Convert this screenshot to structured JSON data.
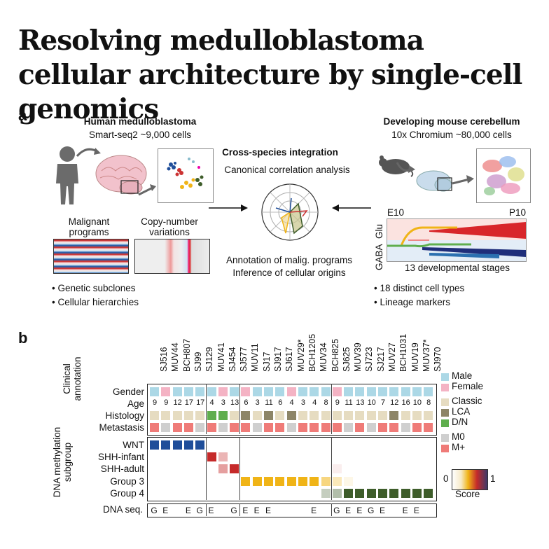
{
  "title": "Resolving medulloblastoma cellular architecture by single-cell genomics",
  "panel_a": {
    "label": "a",
    "human": {
      "title": "Human medulloblastoma",
      "subtitle": "Smart-seq2 ~9,000 cells",
      "programs_label": "Malignant programs",
      "cnv_label": "Copy-number variations",
      "bullets": [
        "Genetic subclones",
        "Cellular hierarchies"
      ]
    },
    "center": {
      "title": "Cross-species integration",
      "method": "Canonical correlation analysis",
      "out1": "Annotation of malig. programs",
      "out2": "Inference of cellular origins"
    },
    "mouse": {
      "title": "Developing mouse cerebellum",
      "subtitle": "10x Chromium ~80,000 cells",
      "e10": "E10",
      "p10": "P10",
      "glu": "Glu",
      "gaba": "GABA",
      "stages": "13 developmental stages",
      "bullets": [
        "18 distinct cell types",
        "Lineage markers"
      ]
    }
  },
  "panel_b": {
    "label": "b",
    "samples": [
      "SJ516",
      "MUV44",
      "BCH807",
      "SJ99",
      "SJ129",
      "MUV41",
      "SJ454",
      "SJ577",
      "MUV11",
      "SJ17",
      "SJ917",
      "SJ617",
      "MUV29*",
      "BCH1205",
      "MUV34",
      "BCH825",
      "SJ625",
      "MUV39",
      "SJ723",
      "SJ217",
      "MUV27",
      "BCH1031",
      "MUV19",
      "MUV37*",
      "SJ970"
    ],
    "clinical_title": "Clinical annotation",
    "dna_title": "DNA methylation subgroup",
    "rows_clinical": [
      "Gender",
      "Age",
      "Histology",
      "Metastasis"
    ],
    "rows_dna": [
      "WNT",
      "SHH-infant",
      "SHH-adult",
      "Group 3",
      "Group 4"
    ],
    "dnaseq_label": "DNA seq.",
    "gender": [
      "M",
      "F",
      "M",
      "M",
      "M",
      "M",
      "F",
      "M",
      "F",
      "M",
      "M",
      "M",
      "F",
      "M",
      "M",
      "M",
      "F",
      "M",
      "M",
      "M",
      "M",
      "M",
      "M",
      "M",
      "M"
    ],
    "age": [
      "9",
      "9",
      "12",
      "17",
      "17",
      "4",
      "3",
      "13",
      "6",
      "3",
      "11",
      "6",
      "4",
      "3",
      "4",
      "8",
      "9",
      "11",
      "13",
      "10",
      "7",
      "12",
      "16",
      "10",
      "8"
    ],
    "histology": [
      "C",
      "C",
      "C",
      "C",
      "C",
      "D",
      "D",
      "C",
      "L",
      "C",
      "L",
      "C",
      "L",
      "C",
      "C",
      "C",
      "C",
      "C",
      "C",
      "C",
      "C",
      "L",
      "C",
      "C",
      "C"
    ],
    "metastasis": [
      "+",
      "0",
      "+",
      "+",
      "0",
      "+",
      "0",
      "+",
      "+",
      "0",
      "+",
      "+",
      "0",
      "+",
      "+",
      "+",
      "+",
      "0",
      "+",
      "0",
      "+",
      "+",
      "0",
      "+",
      "+"
    ],
    "dnaseq": [
      "G",
      "E",
      "",
      "E",
      "G",
      "E",
      "",
      "G",
      "E",
      "E",
      "E",
      "",
      "",
      "",
      "E",
      "",
      "G",
      "E",
      "E",
      "G",
      "E",
      "",
      "E",
      "E",
      ""
    ],
    "subgroup_scores": [
      [
        1,
        0,
        0,
        0,
        0
      ],
      [
        1,
        0,
        0,
        0,
        0
      ],
      [
        1,
        0,
        0,
        0,
        0
      ],
      [
        1,
        0,
        0,
        0,
        0
      ],
      [
        1,
        0,
        0,
        0,
        0
      ],
      [
        0,
        1,
        0,
        0,
        0
      ],
      [
        0,
        0.35,
        0.45,
        0,
        0
      ],
      [
        0,
        0,
        1,
        0,
        0
      ],
      [
        0,
        0,
        0,
        1,
        0
      ],
      [
        0,
        0,
        0,
        1,
        0
      ],
      [
        0,
        0,
        0,
        1,
        0
      ],
      [
        0,
        0,
        0,
        1,
        0
      ],
      [
        0,
        0,
        0,
        1,
        0
      ],
      [
        0,
        0,
        0,
        1,
        0
      ],
      [
        0,
        0,
        0,
        1,
        0
      ],
      [
        0,
        0,
        0,
        0.55,
        0.3
      ],
      [
        0,
        0,
        0.05,
        0.3,
        0.4
      ],
      [
        0,
        0,
        0,
        0.1,
        1
      ],
      [
        0,
        0,
        0,
        0,
        1
      ],
      [
        0,
        0,
        0,
        0,
        1
      ],
      [
        0,
        0,
        0,
        0,
        1
      ],
      [
        0,
        0,
        0,
        0,
        1
      ],
      [
        0,
        0,
        0,
        0,
        1
      ],
      [
        0,
        0,
        0,
        0,
        1
      ],
      [
        0,
        0,
        0,
        0,
        1
      ]
    ],
    "legend": {
      "male": "Male",
      "female": "Female",
      "classic": "Classic",
      "lca": "LCA",
      "dn": "D/N",
      "m0": "M0",
      "mplus": "M+",
      "score_min": "0",
      "score_max": "1",
      "score_label": "Score"
    },
    "colors": {
      "male": "#acd8e6",
      "female": "#f4b3c4",
      "classic": "#e6dcc1",
      "lca": "#8d8567",
      "dn": "#5fae4e",
      "m0": "#cfcfcf",
      "mplus": "#ef7b78",
      "wnt": "#1f4e9a",
      "shh": "#c52a2a",
      "g3": "#f0b417",
      "g4": "#3e5d2a"
    }
  }
}
